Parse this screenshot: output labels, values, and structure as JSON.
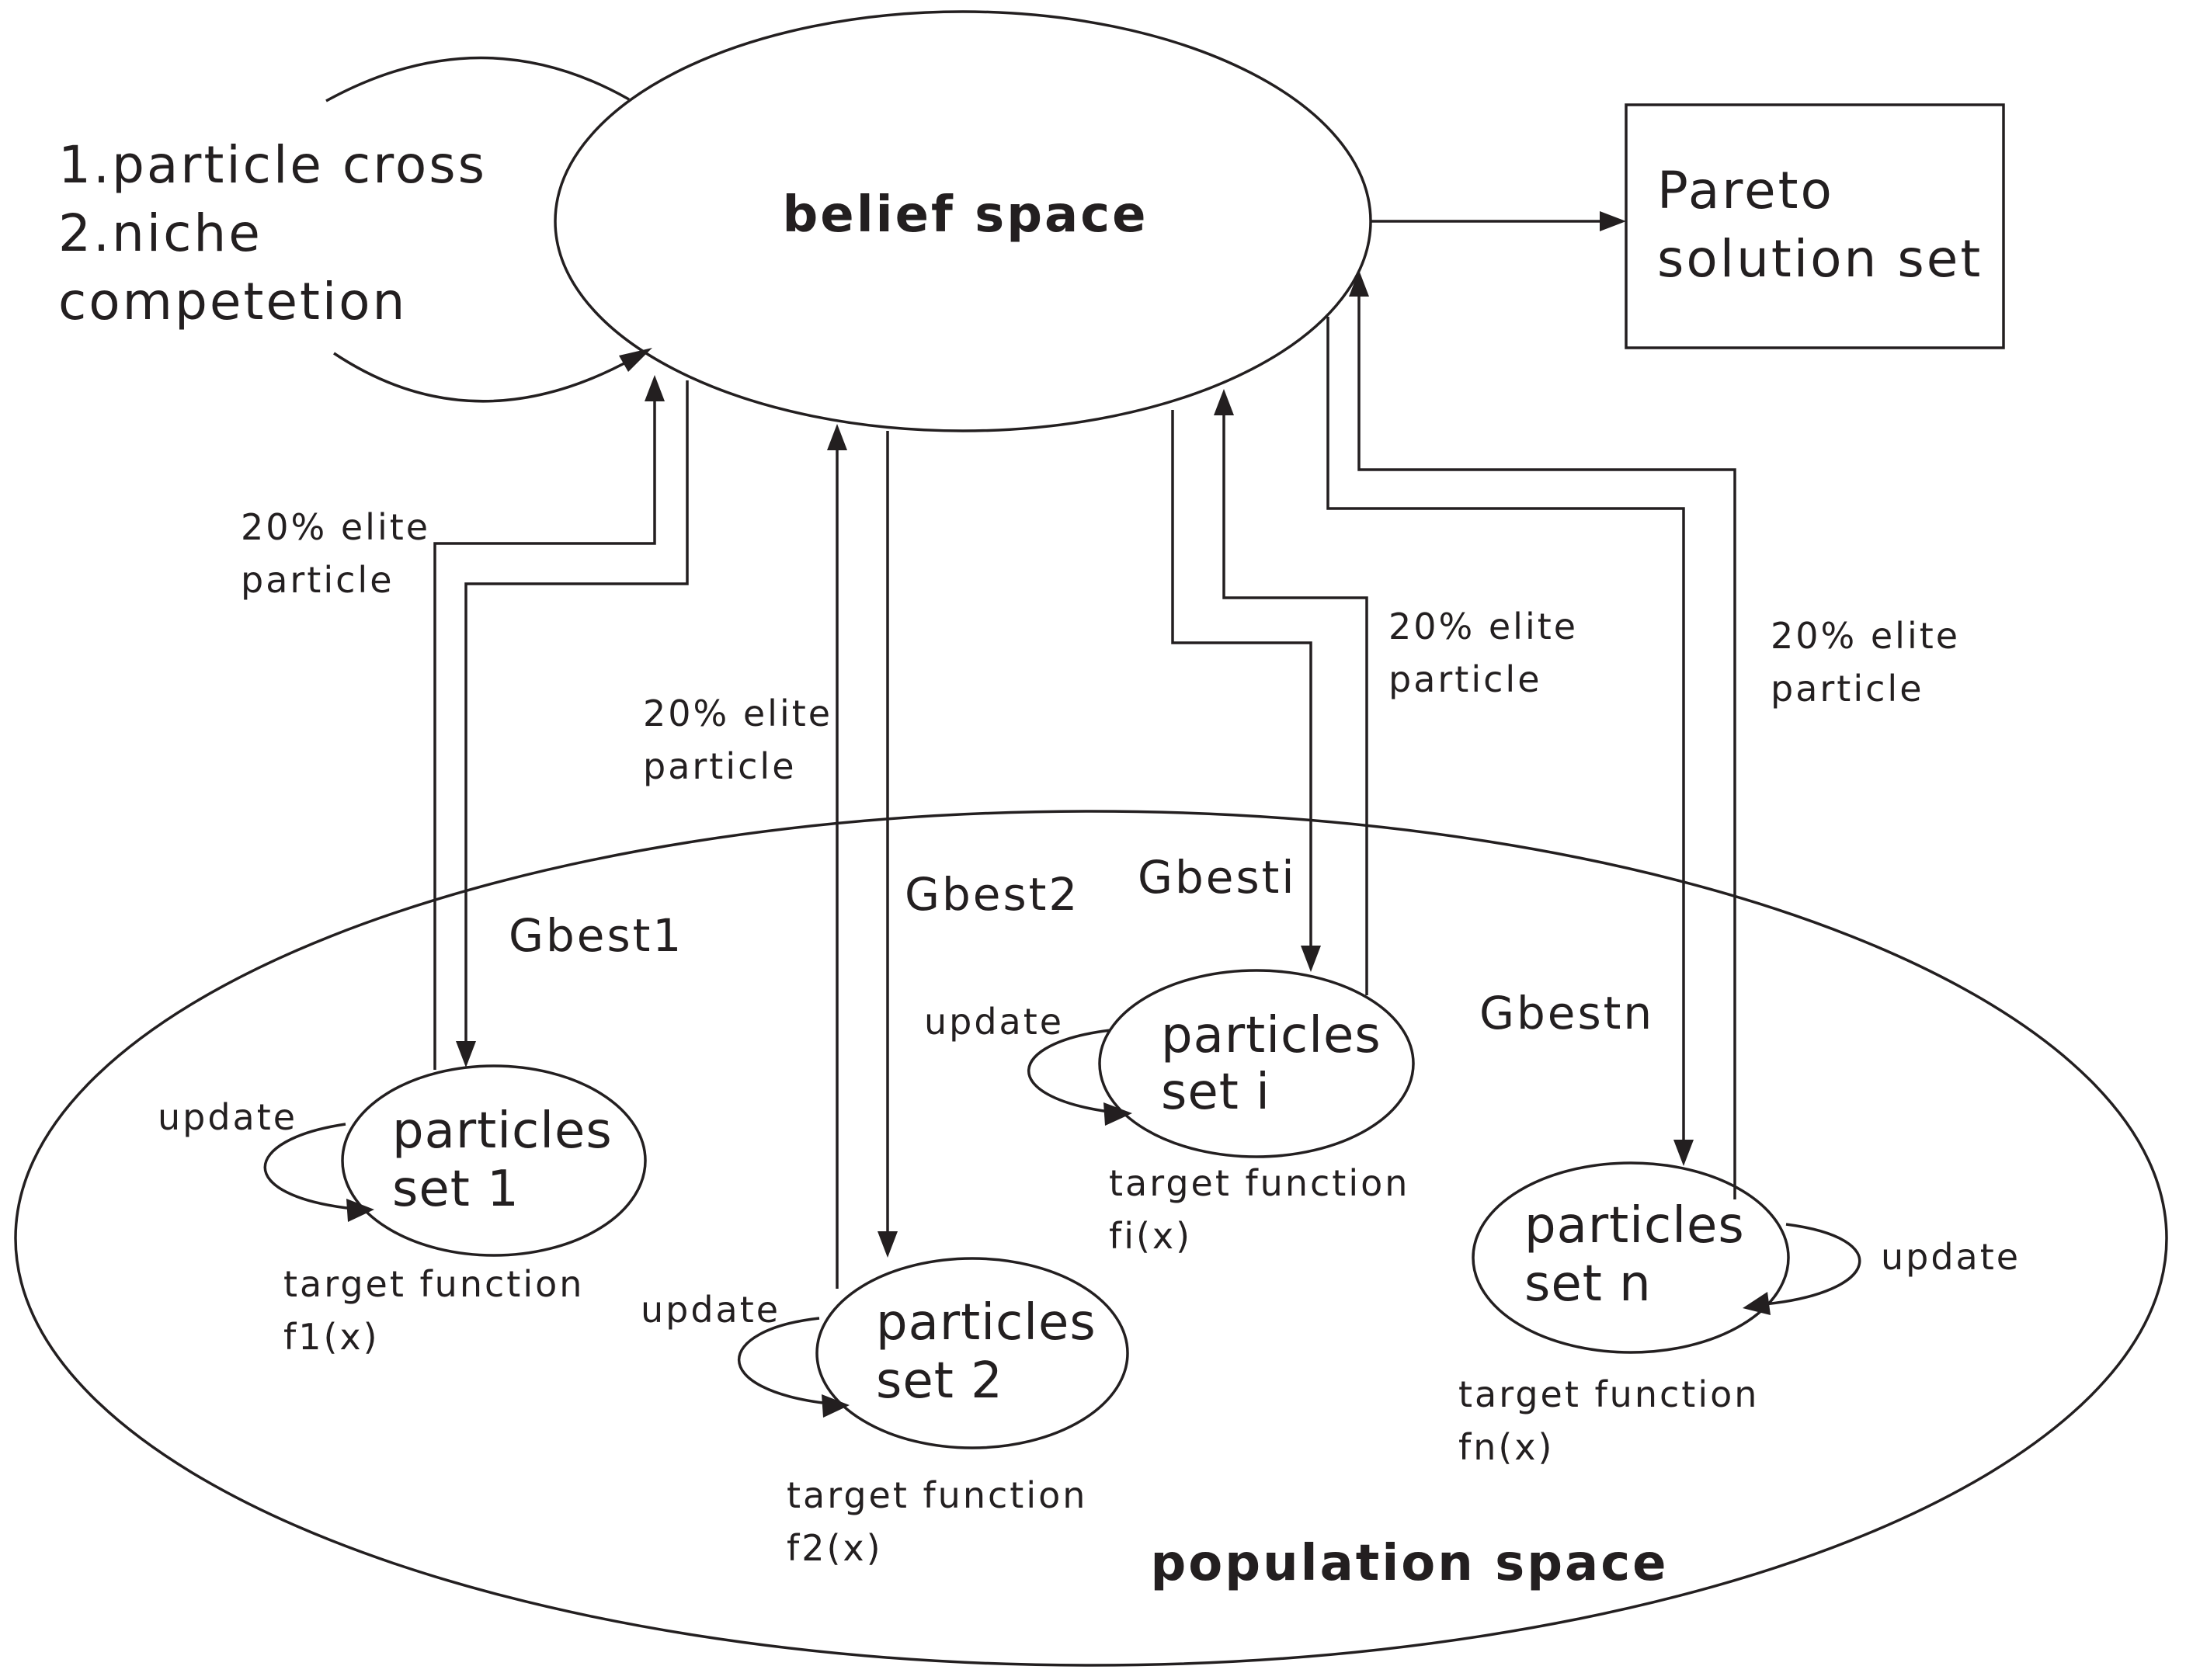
{
  "belief_space": {
    "label": "belief space"
  },
  "population_space": {
    "label": "population space"
  },
  "pareto": {
    "line1": "Pareto",
    "line2": "solution set"
  },
  "operations": {
    "line1": "1.particle cross",
    "line2": "2.niche",
    "line3": "competetion"
  },
  "elite_labels": [
    {
      "line1": "20% elite",
      "line2": "particle"
    },
    {
      "line1": "20% elite",
      "line2": "particle"
    },
    {
      "line1": "20% elite",
      "line2": "particle"
    },
    {
      "line1": "20% elite",
      "line2": "particle"
    }
  ],
  "particle_sets": [
    {
      "line1": "particles",
      "line2": "set 1",
      "gbest": "Gbest1",
      "update": "update",
      "target1": "target function",
      "target2": "f1(x)"
    },
    {
      "line1": "particles",
      "line2": "set 2",
      "gbest": "Gbest2",
      "update": "update",
      "target1": "target function",
      "target2": "f2(x)"
    },
    {
      "line1": "particles",
      "line2": "set i",
      "gbest": "Gbesti",
      "update": "update",
      "target1": "target function",
      "target2": "fi(x)"
    },
    {
      "line1": "particles",
      "line2": "set n",
      "gbest": "Gbestn",
      "update": "update",
      "target1": "target function",
      "target2": "fn(x)"
    }
  ]
}
